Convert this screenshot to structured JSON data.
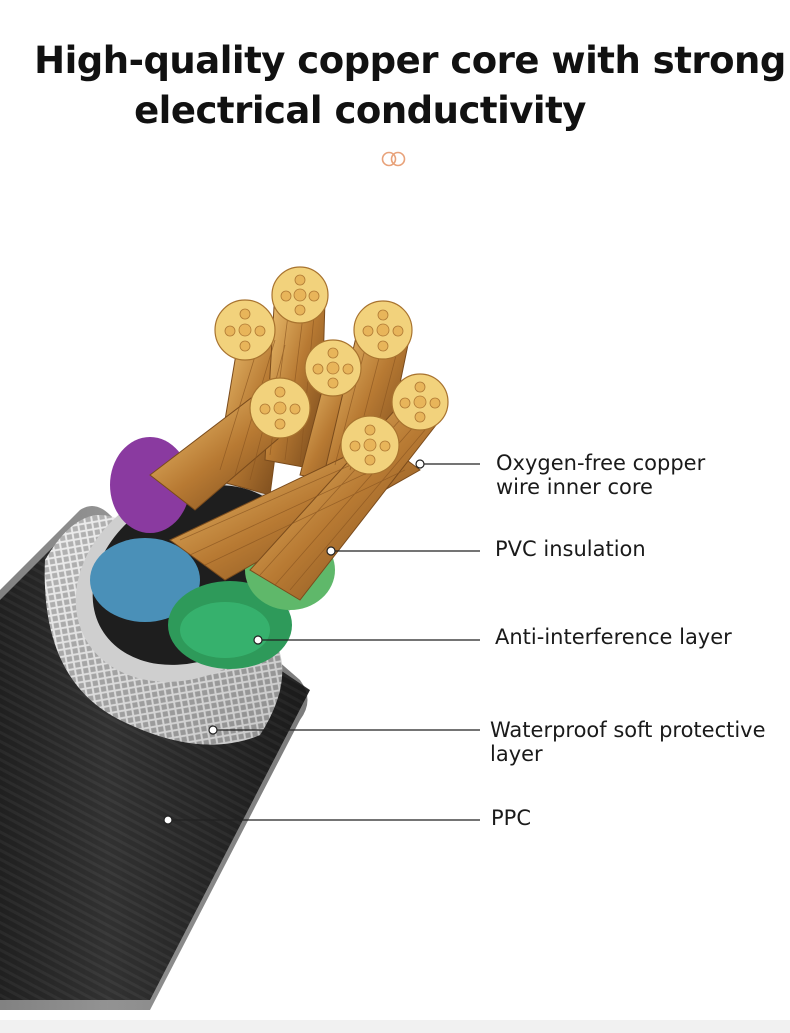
{
  "header": {
    "title_line1": "High-quality copper core with strong",
    "title_line2": "electrical conductivity",
    "accent_color": "#e8a27a"
  },
  "callouts": [
    {
      "line1": "Oxygen-free copper",
      "line2": "wire inner core"
    },
    {
      "line1": "PVC insulation",
      "line2": ""
    },
    {
      "line1": "Anti-interference layer",
      "line2": ""
    },
    {
      "line1": "Waterproof soft protective",
      "line2": "layer"
    },
    {
      "line1": "PPC",
      "line2": ""
    }
  ],
  "colors": {
    "copper": "#c8893a",
    "copper_light": "#f5d58a",
    "jacket": "#2b2b2b",
    "wire_purple": "#8a3aa0",
    "wire_blue": "#4a90b8",
    "wire_green": "#2e9a5a",
    "braid": "#bdbdbd"
  }
}
